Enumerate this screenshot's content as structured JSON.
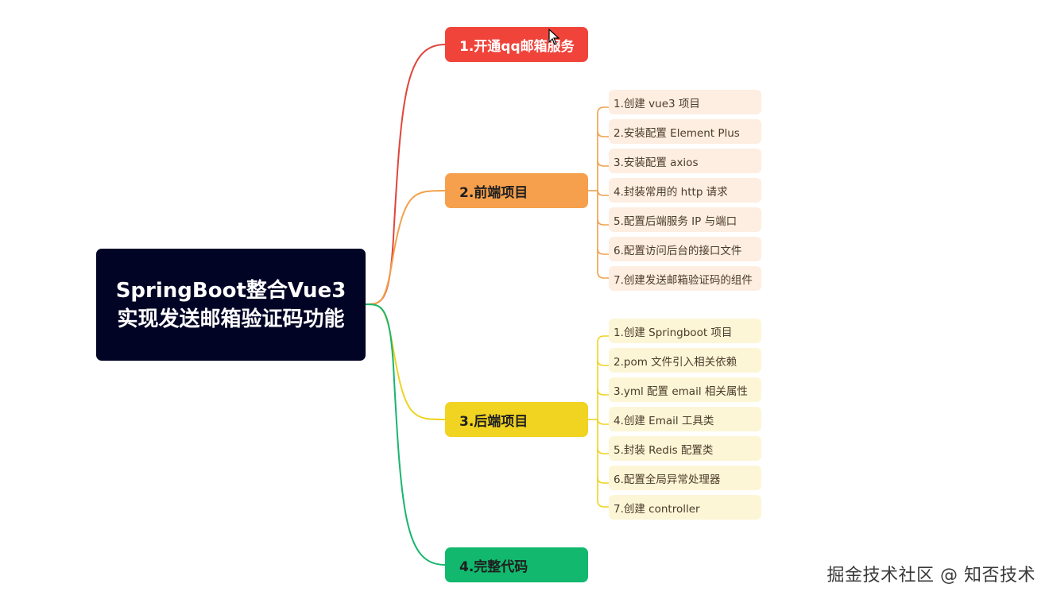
{
  "root": {
    "title": "SpringBoot整合Vue3实现发送邮箱验证码功能"
  },
  "branches": [
    {
      "label": "1.开通qq邮箱服务",
      "color": "#f0443b",
      "text_color": "#ffffff"
    },
    {
      "label": "2.前端项目",
      "color": "#f6a04d",
      "text_color": "#1f1f1f"
    },
    {
      "label": "3.后端项目",
      "color": "#f1d321",
      "text_color": "#1f1f1f"
    },
    {
      "label": "4.完整代码",
      "color": "#11b86e",
      "text_color": "#1f1f1f"
    }
  ],
  "frontend_items": [
    "1.创建 vue3 项目",
    "2.安装配置 Element Plus",
    "3.安装配置 axios",
    "4.封装常用的 http 请求",
    "5.配置后端服务 IP 与端口",
    "6.配置访问后台的接口文件",
    "7.创建发送邮箱验证码的组件"
  ],
  "backend_items": [
    "1.创建 Springboot 项目",
    "2.pom 文件引入相关依赖",
    "3.yml 配置 email 相关属性",
    "4.创建 Email 工具类",
    "5.封装 Redis 配置类",
    "6.配置全局异常处理器",
    "7.创建 controller"
  ],
  "watermark": "掘金技术社区 @ 知否技术",
  "colors": {
    "root_bg": "#020426",
    "leaf_front_bg": "#fdeee1",
    "leaf_back_bg": "#fdf6d6"
  }
}
